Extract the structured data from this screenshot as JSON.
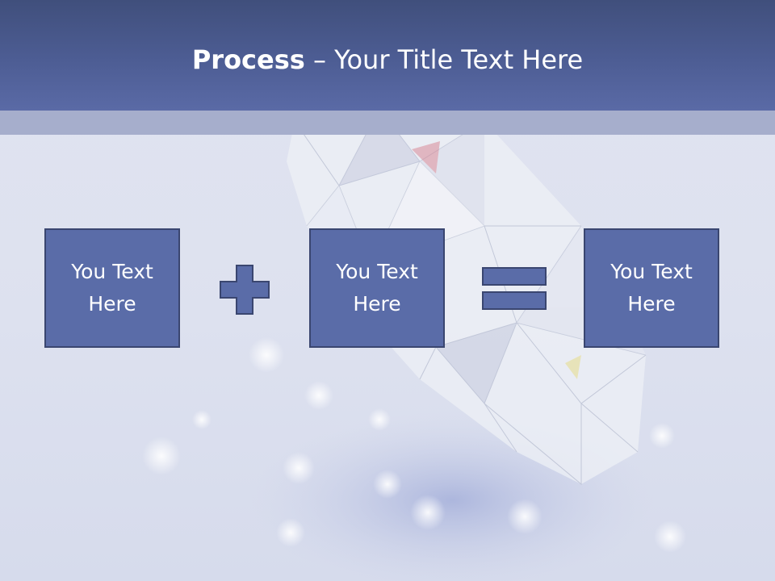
{
  "title": {
    "bold": "Process",
    "rest": " – Your Title Text Here"
  },
  "process": {
    "boxes": [
      {
        "label": "You Text Here"
      },
      {
        "label": "You Text Here"
      },
      {
        "label": "You Text Here"
      }
    ],
    "operators": [
      "plus-icon",
      "equals-icon"
    ]
  },
  "colors": {
    "title_band": "#4d5d94",
    "box_fill": "#5a6ca8",
    "box_border": "#3a4670",
    "background": "#dde1ef"
  }
}
